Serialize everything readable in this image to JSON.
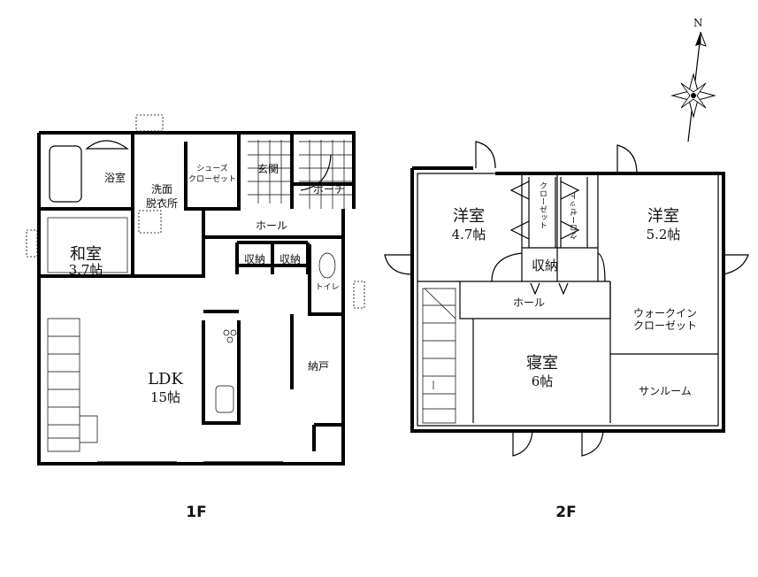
{
  "compass": {
    "north_label": "N"
  },
  "floor1": {
    "label": "1F",
    "rooms": {
      "bath": "浴室",
      "washroom_line1": "洗面",
      "washroom_line2": "脱衣所",
      "shoe_closet_line1": "シューズ",
      "shoe_closet_line2": "クローゼット",
      "entrance": "玄関",
      "porch": "ポーチ",
      "hall": "ホール",
      "japanese_room": "和室",
      "japanese_room_size": "3.7帖",
      "storage_1": "収納",
      "storage_2": "収納",
      "toilet": "トイレ",
      "ldk": "LDK",
      "ldk_size": "15帖",
      "closet": "納戸"
    }
  },
  "floor2": {
    "label": "2F",
    "rooms": {
      "western_room_left": "洋室",
      "western_room_left_size": "4.7帖",
      "western_room_right": "洋室",
      "western_room_right_size": "5.2帖",
      "closet_left": "クローゼット",
      "closet_right": "クローゼット",
      "storage": "収納",
      "hall": "ホール",
      "walk_in_line1": "ウォークイン",
      "walk_in_line2": "クローゼット",
      "bedroom": "寝室",
      "bedroom_size": "6帖",
      "sunroom": "サンルーム"
    }
  }
}
